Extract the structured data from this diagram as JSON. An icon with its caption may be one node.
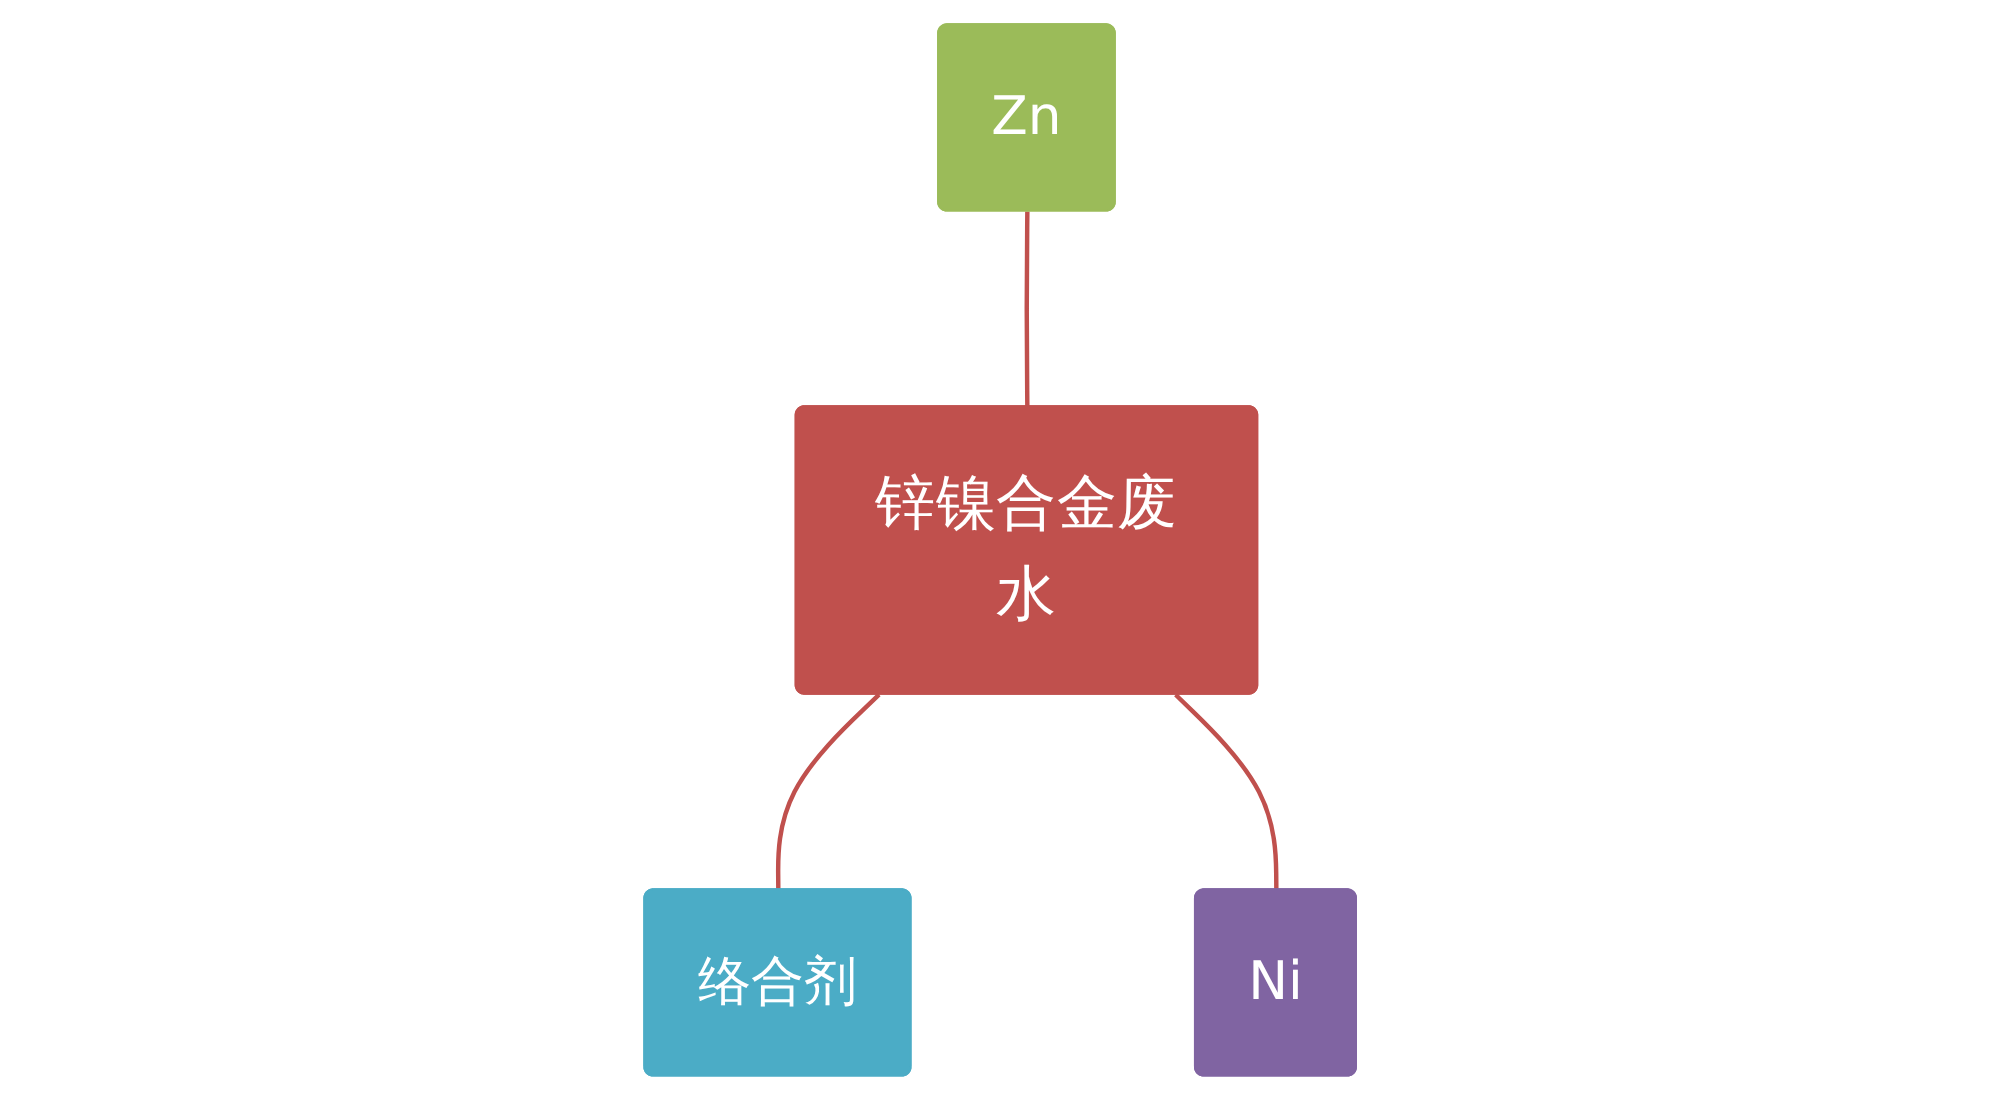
{
  "diagram": {
    "nodes": [
      {
        "text": [
          "Zn"
        ]
      },
      {
        "text": [
          "锌镍合金废水"
        ]
      },
      {
        "text": [
          "络合剂"
        ]
      },
      {
        "text": [
          "Ni"
        ]
      }
    ],
    "edges": [
      {
        "from": 0,
        "to": 1,
        "arrow": "none"
      },
      {
        "from": 1,
        "to": 2,
        "arrow": "none"
      },
      {
        "from": 1,
        "to": 3,
        "arrow": "none"
      }
    ]
  }
}
